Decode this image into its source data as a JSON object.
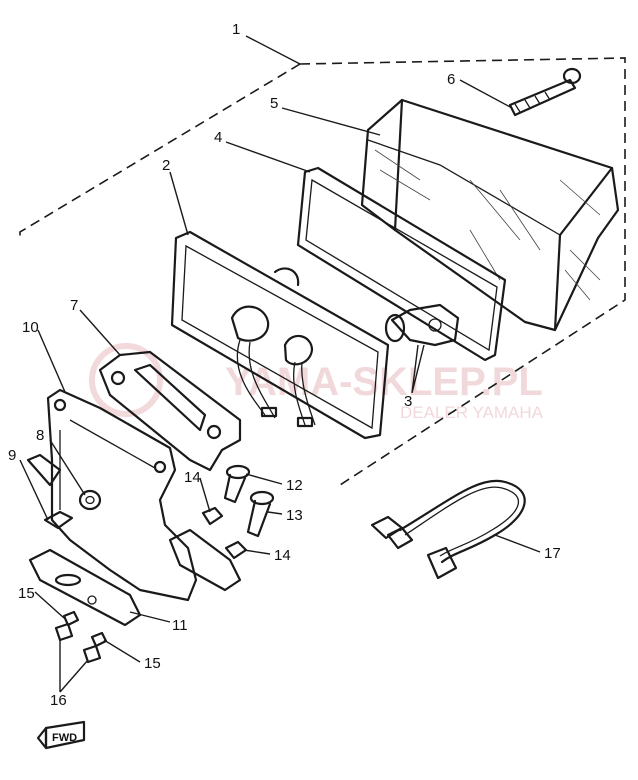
{
  "callouts": [
    {
      "id": "1",
      "label": "1"
    },
    {
      "id": "2",
      "label": "2"
    },
    {
      "id": "3",
      "label": "3"
    },
    {
      "id": "4",
      "label": "4"
    },
    {
      "id": "5",
      "label": "5"
    },
    {
      "id": "6",
      "label": "6"
    },
    {
      "id": "7",
      "label": "7"
    },
    {
      "id": "8",
      "label": "8"
    },
    {
      "id": "9",
      "label": "9"
    },
    {
      "id": "10",
      "label": "10"
    },
    {
      "id": "11",
      "label": "11"
    },
    {
      "id": "12",
      "label": "12"
    },
    {
      "id": "13",
      "label": "13"
    },
    {
      "id": "14a",
      "label": "14"
    },
    {
      "id": "14b",
      "label": "14"
    },
    {
      "id": "15a",
      "label": "15"
    },
    {
      "id": "15b",
      "label": "15"
    },
    {
      "id": "16",
      "label": "16"
    },
    {
      "id": "17",
      "label": "17"
    }
  ],
  "watermark": {
    "main": "YAMA-SKLEP.PL",
    "sub": "DEALER YAMAHA",
    "color": "#e7b9bd"
  },
  "fwd_mark": "FWD"
}
